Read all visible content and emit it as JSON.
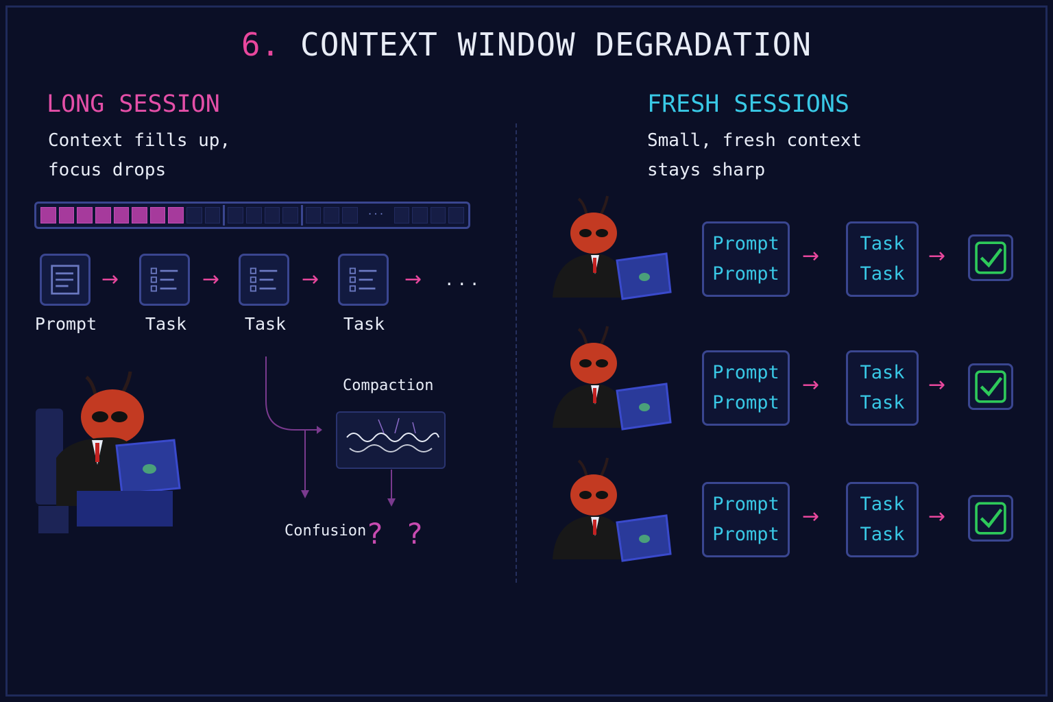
{
  "title": {
    "number": "6.",
    "text": "CONTEXT WINDOW DEGRADATION"
  },
  "left": {
    "heading": "LONG SESSION",
    "subtitle_line1": "Context fills up,",
    "subtitle_line2": "focus drops",
    "context_bar": {
      "filled_segments": 8,
      "total_segments": 22
    },
    "flow": [
      {
        "label": "Prompt",
        "icon": "document-icon"
      },
      {
        "label": "Task",
        "icon": "checklist-icon"
      },
      {
        "label": "Task",
        "icon": "checklist-icon"
      },
      {
        "label": "Task",
        "icon": "checklist-icon"
      }
    ],
    "ellipsis": "...",
    "compaction_label": "Compaction",
    "confusion_label": "Confusion"
  },
  "right": {
    "heading": "FRESH SESSIONS",
    "subtitle_line1": "Small, fresh context",
    "subtitle_line2": "stays sharp",
    "rows": [
      {
        "prompt_line1": "Prompt",
        "prompt_line2": "Prompt",
        "task_line1": "Task",
        "task_line2": "Task",
        "status_icon": "checkmark-icon"
      },
      {
        "prompt_line1": "Prompt",
        "prompt_line2": "Prompt",
        "task_line1": "Task",
        "task_line2": "Task",
        "status_icon": "checkmark-icon"
      },
      {
        "prompt_line1": "Prompt",
        "prompt_line2": "Prompt",
        "task_line1": "Task",
        "task_line2": "Task",
        "status_icon": "checkmark-icon"
      }
    ]
  },
  "colors": {
    "background": "#0b0f26",
    "pink": "#e8479d",
    "cyan": "#39c9e6",
    "green": "#2ec95a",
    "border": "#3a4690",
    "fill": "#a63a9c"
  }
}
